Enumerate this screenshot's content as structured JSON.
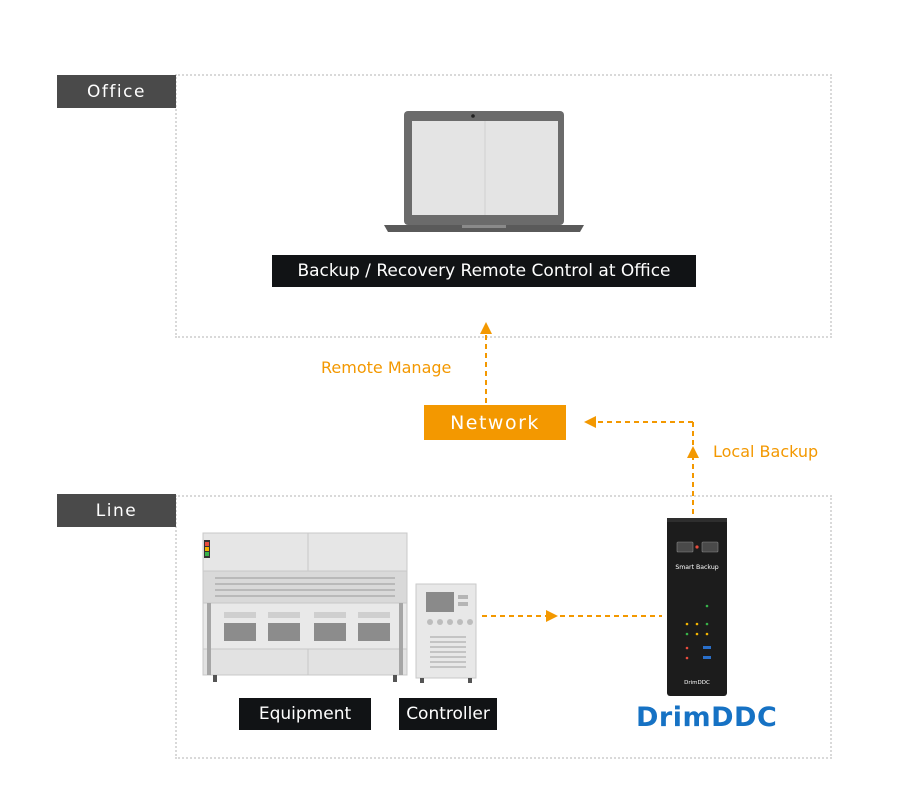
{
  "zones": {
    "office": {
      "label": "Office"
    },
    "line": {
      "label": "Line"
    }
  },
  "devices": {
    "laptop": {
      "caption": "Backup / Recovery Remote Control at Office"
    },
    "equipment": {
      "caption": "Equipment"
    },
    "controller": {
      "caption": "Controller"
    },
    "smart_backup": {
      "label": "Smart Backup",
      "brand_small": "DrimDDC"
    }
  },
  "network": {
    "label": "Network"
  },
  "flows": {
    "remote_manage": "Remote Manage",
    "local_backup": "Local Backup"
  },
  "brand": {
    "name": "DrimDDC"
  },
  "colors": {
    "accent": "#f39800",
    "tag": "#4a4a4a",
    "caption": "#111315",
    "brand": "#1672c4"
  }
}
